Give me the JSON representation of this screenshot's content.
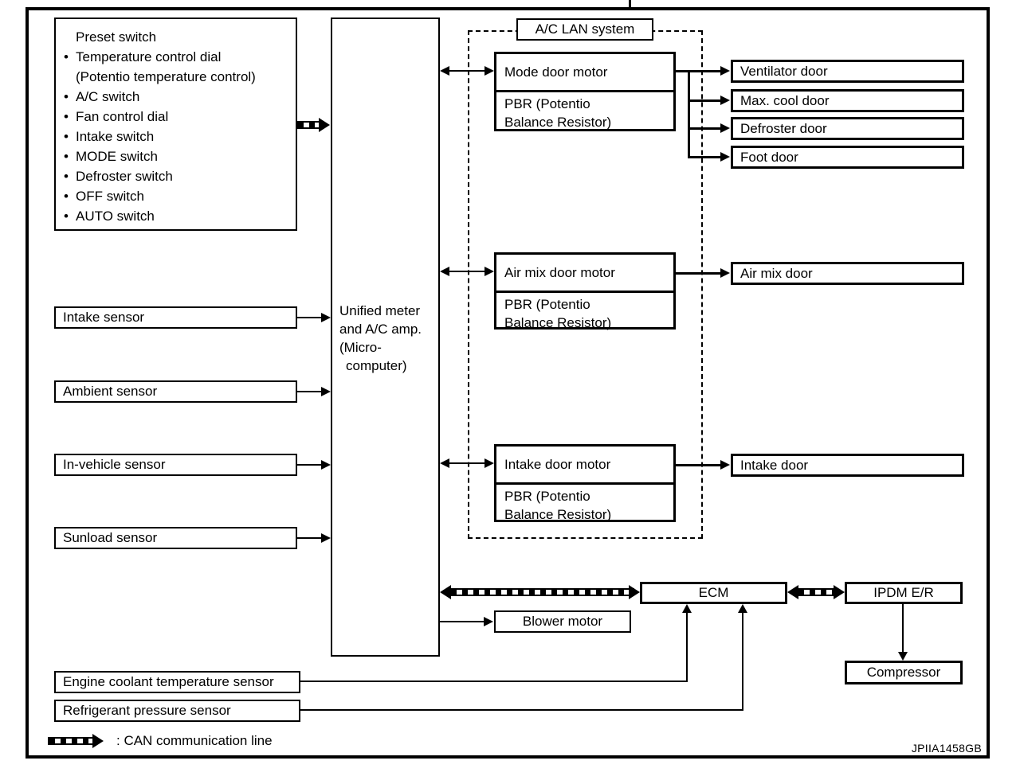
{
  "figure_id": "JPIIA1458GB",
  "legend": {
    "label": ": CAN communication line"
  },
  "lan": {
    "label": "A/C LAN system"
  },
  "preset": {
    "title": "Preset switch",
    "bullet": "•",
    "items": [
      {
        "text": "Temperature control dial"
      },
      {
        "text": "(Potentio temperature control)"
      },
      {
        "text": "A/C switch"
      },
      {
        "text": "Fan control dial"
      },
      {
        "text": "Intake switch"
      },
      {
        "text": "MODE switch"
      },
      {
        "text": "Defroster switch"
      },
      {
        "text": "OFF switch"
      },
      {
        "text": "AUTO switch"
      }
    ]
  },
  "unified": {
    "lines": [
      "Unified meter",
      "and A/C amp.",
      "(Micro-",
      "computer)"
    ]
  },
  "motors": {
    "mode": {
      "name": "Mode door motor",
      "pbr": [
        "PBR (Potentio",
        "Balance Resistor)"
      ]
    },
    "air_mix": {
      "name": "Air mix door motor",
      "pbr": [
        "PBR (Potentio",
        "Balance Resistor)"
      ]
    },
    "intake": {
      "name": "Intake door motor",
      "pbr": [
        "PBR (Potentio",
        "Balance Resistor)"
      ]
    }
  },
  "doors": {
    "ventilator": "Ventilator door",
    "max_cool": "Max. cool door",
    "defroster": "Defroster door",
    "foot": "Foot door",
    "air_mix": "Air mix door",
    "intake": "Intake door"
  },
  "sensors": {
    "intake": "Intake sensor",
    "ambient": "Ambient sensor",
    "in_vehicle": "In-vehicle sensor",
    "sunload": "Sunload sensor",
    "engine_coolant": "Engine coolant temperature sensor",
    "refrigerant": "Refrigerant pressure sensor"
  },
  "modules": {
    "ecm": "ECM",
    "ipdm": "IPDM E/R",
    "compressor": "Compressor",
    "blower": "Blower motor"
  }
}
